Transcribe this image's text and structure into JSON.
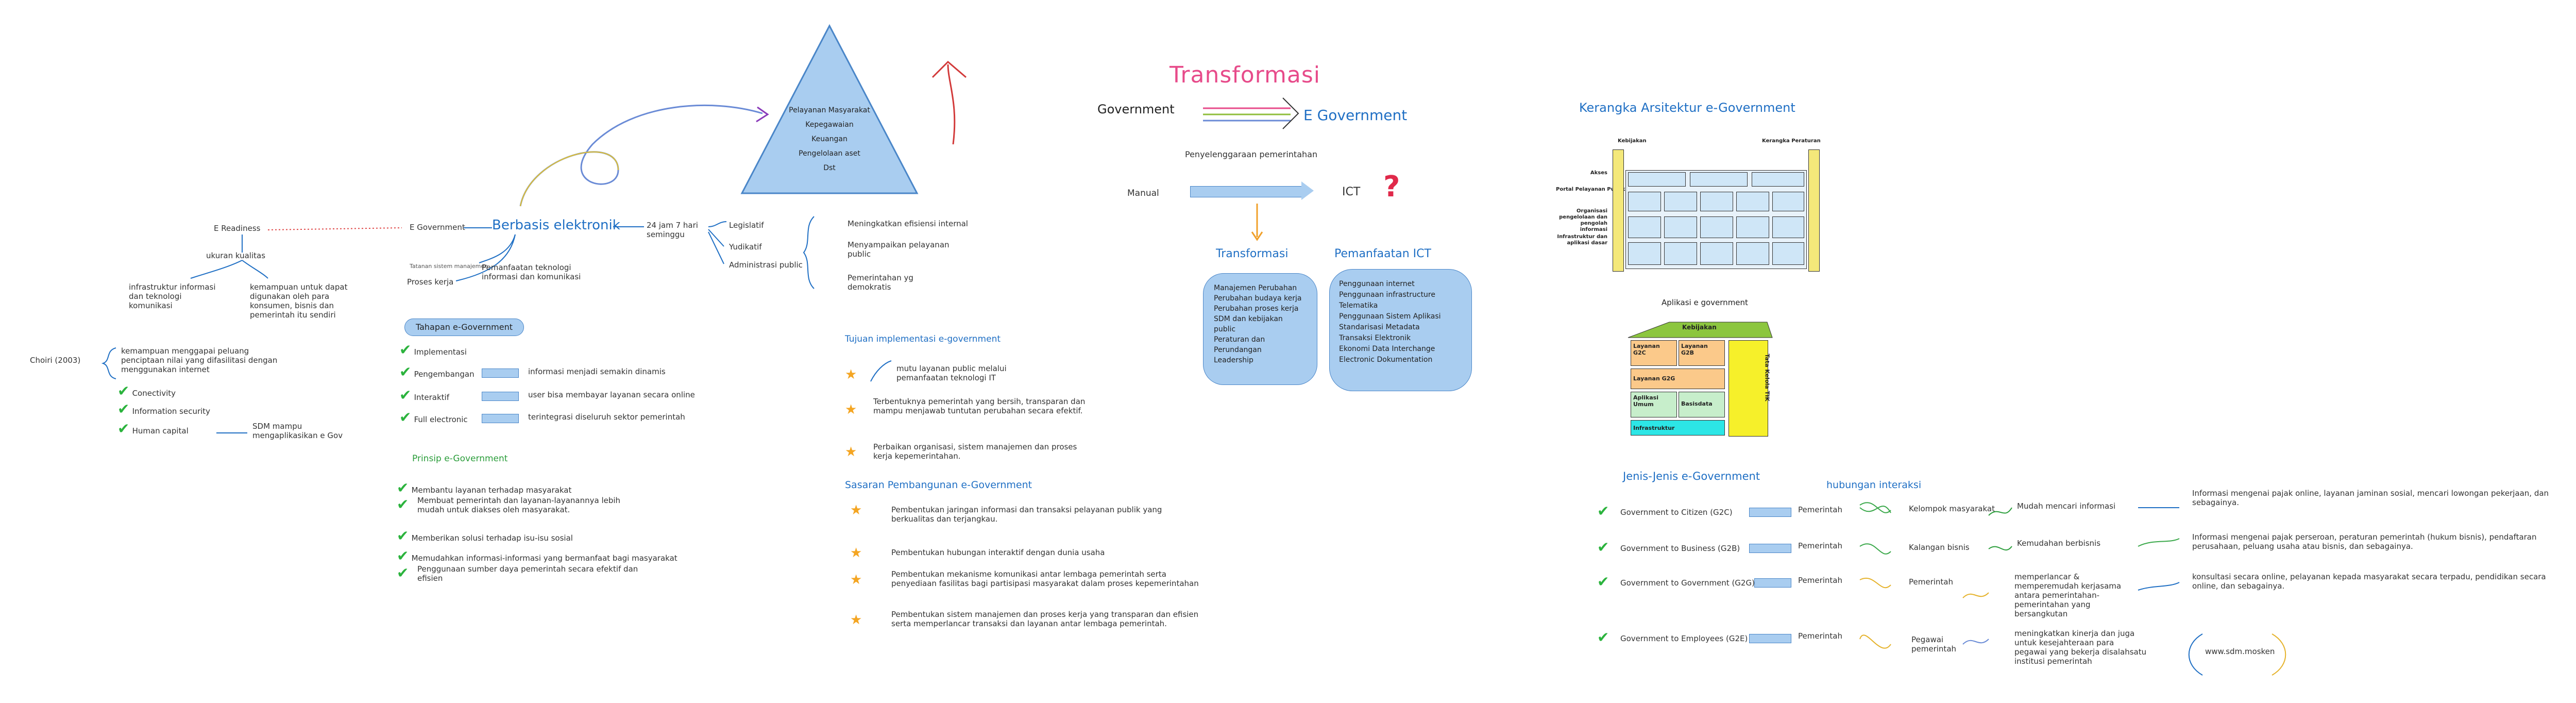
{
  "colors": {
    "blue": "#1f6fc4",
    "green": "#2a9d3a",
    "check": "#2bb33d",
    "star": "#f4a522",
    "box_fill": "#a9cdf0"
  },
  "left": {
    "e_readiness": "E Readiness",
    "ukuran_kualitas": "ukuran kualitas",
    "infrastruktur": "infrastruktur informasi dan teknologi komunikasi",
    "kemampuan": "kemampuan untuk dapat digunakan oleh para konsumen, bisnis dan pemerintah itu sendiri",
    "choiri": "Choiri (2003)",
    "kemampuan_menggapai": "kemampuan menggapai peluang penciptaan nilai yang difasilitasi dengan menggunakan internet",
    "items": [
      "Conectivity",
      "Information security",
      "Human capital"
    ],
    "sdm": "SDM mampu mengaplikasikan e Gov"
  },
  "center": {
    "e_government": "E Government",
    "berbasis": "Berbasis elektronik",
    "jam": "24 jam 7 hari seminggu",
    "legislatif": "Legislatif",
    "yudikatif": "Yudikatif",
    "administrasi": "Administrasi public",
    "meningkatkan": "Meningkatkan efisiensi internal",
    "menyampaikan": "Menyampaikan pelayanan public",
    "pemerintahan": "Pemerintahan yg demokratis",
    "tatanan": "Tatanan sistem manajemen",
    "proses_kerja": "Proses kerja",
    "pemanfaatan_tek": "Pemanfaatan teknologi informasi dan komunikasi",
    "pyramid": [
      "Pelayanan Masyarakat",
      "Kepegawaian",
      "Keuangan",
      "Pengelolaan aset",
      "Dst"
    ]
  },
  "tahapan": {
    "title": "Tahapan e-Government",
    "items": [
      {
        "label": "Implementasi",
        "desc": ""
      },
      {
        "label": "Pengembangan",
        "desc": "informasi menjadi semakin dinamis"
      },
      {
        "label": "Interaktif",
        "desc": "user bisa membayar layanan secara online"
      },
      {
        "label": "Full electronic",
        "desc": "terintegrasi diseluruh sektor pemerintah"
      }
    ]
  },
  "prinsip": {
    "title": "Prinsip e-Government",
    "items": [
      "Membantu layanan terhadap masyarakat",
      "Membuat pemerintah dan layanan-layanannya lebih mudah untuk diakses oleh masyarakat.",
      "Memberikan solusi terhadap isu-isu sosial",
      "Memudahkan informasi-informasi yang bermanfaat bagi masyarakat",
      "Penggunaan sumber daya pemerintah secara efektif dan efisien"
    ]
  },
  "tujuan": {
    "title": "Tujuan implementasi e-government",
    "items": [
      "mutu layanan public melalui pemanfaatan teknologi IT",
      "Terbentuknya pemerintah yang bersih, transparan dan mampu menjawab tuntutan perubahan secara efektif.",
      "Perbaikan organisasi, sistem manajemen dan proses kerja kepemerintahan."
    ]
  },
  "sasaran": {
    "title": "Sasaran Pembangunan e-Government",
    "items": [
      "Pembentukan jaringan informasi dan transaksi pelayanan publik yang berkualitas dan terjangkau.",
      "Pembentukan hubungan interaktif dengan dunia usaha",
      "Pembentukan mekanisme komunikasi antar lembaga pemerintah serta penyediaan fasilitas bagi partisipasi masyarakat dalam proses kepemerintahan",
      "Pembentukan sistem manajemen dan proses kerja yang transparan dan efisien serta memperlancar transaksi dan layanan antar lembaga pemerintah."
    ]
  },
  "transformasi_section": {
    "title": "Transformasi",
    "government": "Government",
    "e_government": "E Government",
    "penyelenggaraan": "Penyelenggaraan pemerintahan",
    "manual": "Manual",
    "ict": "ICT",
    "question": "?",
    "transformasi": "Transformasi",
    "pemanfaatan_ict": "Pemanfaatan ICT",
    "transformasi_items": [
      "Manajemen Perubahan",
      "Perubahan budaya kerja",
      "Perubahan proses kerja",
      "SDM dan kebijakan public",
      "Peraturan dan Perundangan",
      "Leadership"
    ],
    "ict_items": [
      "Penggunaan internet",
      "Penggunaan infrastructure",
      "Telematika",
      "Penggunaan Sistem Aplikasi",
      "Standarisasi Metadata",
      "Transaksi Elektronik",
      "Ekonomi Data Interchange",
      "Electronic Dokumentation"
    ]
  },
  "kerangka": {
    "title": "Kerangka Arsitektur e-Government",
    "kebijakan": "Kebijakan",
    "kerangka_peraturan": "Kerangka Peraturan",
    "rows": [
      "Akses",
      "Portal Pelayanan Publik",
      "Organisasi pengelolaan dan pengolah informasi",
      "Infrastruktur dan aplikasi dasar"
    ],
    "aplikasi_title": "Aplikasi e government",
    "aplikasi_kebijakan": "Kebijakan",
    "layanan_g2c": "Layanan G2C",
    "layanan_g2b": "Layanan G2B",
    "layanan_g2g": "Layanan G2G",
    "aplikasi_umum": "Aplikasi Umum",
    "basisdata": "Basisdata",
    "infrastruktur": "Infrastruktur",
    "tata_kelola": "Tata Kelola TIK"
  },
  "jenis": {
    "title": "Jenis-Jenis e-Government",
    "hubungan": "hubungan interaksi",
    "rows": [
      {
        "name": "Government to Citizen (G2C)",
        "actor": "Pemerintah",
        "target": "Kelompok masyarakat",
        "mid": "Mudah mencari informasi",
        "desc": "Informasi mengenai pajak online, layanan jaminan sosial, mencari lowongan pekerjaan, dan sebagainya."
      },
      {
        "name": "Government to Business (G2B)",
        "actor": "Pemerintah",
        "target": "Kalangan bisnis",
        "mid": "Kemudahan berbisnis",
        "desc": "Informasi mengenai pajak perseroan, peraturan pemerintah (hukum bisnis), pendaftaran perusahaan, peluang usaha atau bisnis, dan sebagainya."
      },
      {
        "name": "Government to Government (G2G)",
        "actor": "Pemerintah",
        "target": "Pemerintah",
        "mid": "memperlancar & memperemudah kerjasama antara pemerintahan-pemerintahan yang bersangkutan",
        "desc": "konsultasi secara online, pelayanan kepada masyarakat secara terpadu, pendidikan secara online, dan sebagainya."
      },
      {
        "name": "Government to Employees (G2E)",
        "actor": "Pemerintah",
        "target": "Pegawai pemerintah",
        "mid": "meningkatkan kinerja dan juga untuk kesejahteraan para pegawai yang bekerja disalahsatu institusi pemerintah",
        "desc": "www.sdm.mosken"
      }
    ]
  }
}
